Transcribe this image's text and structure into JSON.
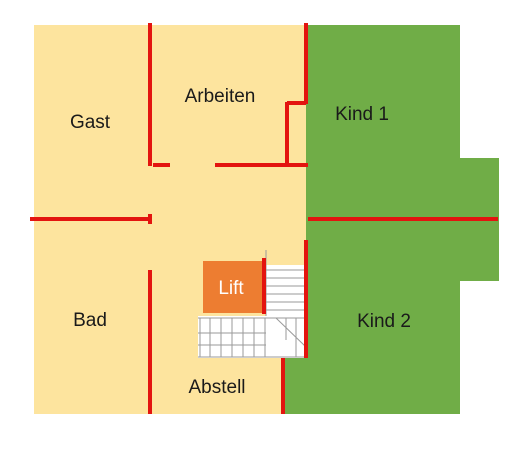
{
  "colors": {
    "floor": "#FDE49E",
    "kids_area": "#70AD47",
    "wall": "#E3140F",
    "lift": "#ED7D31",
    "lift_text": "#ffffff",
    "stairs": "#ffffff",
    "stair_lines": "#9a9a9a"
  },
  "rooms": {
    "gast": "Gast",
    "arbeiten": "Arbeiten",
    "kind1": "Kind 1",
    "bad": "Bad",
    "kind2": "Kind 2",
    "abstell": "Abstell"
  },
  "lift": {
    "label": "Lift"
  }
}
